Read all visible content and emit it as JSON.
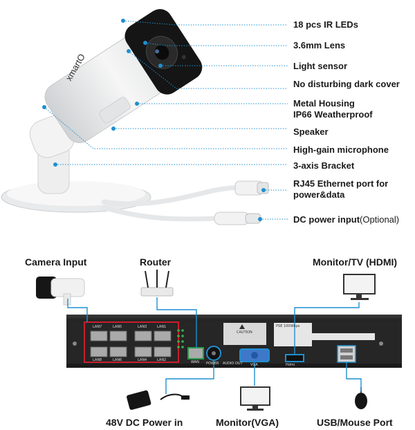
{
  "brand": "xmartO",
  "camera_labels": [
    "18 pcs IR LEDs",
    "3.6mm Lens",
    "Light sensor",
    "No disturbing dark cover",
    "Metal Housing",
    "IP66 Weatherproof",
    "Speaker",
    "High-gain microphone",
    "3-axis Bracket",
    "RJ45 Ethernet port for",
    "power&data",
    "DC power input",
    "(Optional)"
  ],
  "nvr_labels": {
    "camera_input": "Camera Input",
    "router": "Router",
    "monitor_tv": "Monitor/TV (HDMI)",
    "power_in": "48V DC Power in",
    "monitor_vga": "Monitor(VGA)",
    "usb_mouse": "USB/Mouse Port"
  },
  "panel": {
    "lan_top": [
      "LAN7",
      "LAN5",
      "LAN3",
      "LAN1"
    ],
    "lan_bottom": [
      "LAN8",
      "LAN6",
      "LAN4",
      "LAN2"
    ],
    "wan": "WAN",
    "power": "POWER",
    "audio_out": "AUDIO OUT",
    "vga": "VGA",
    "caution": "CAUTION",
    "poe": "PSE 100Wbps",
    "hdmi": "Hdmi"
  },
  "colors": {
    "line": "#1f8fd0",
    "dot": "#1f8fd0",
    "nvr_body": "#2b2b2b",
    "lan_frame": "#c81e2b"
  }
}
